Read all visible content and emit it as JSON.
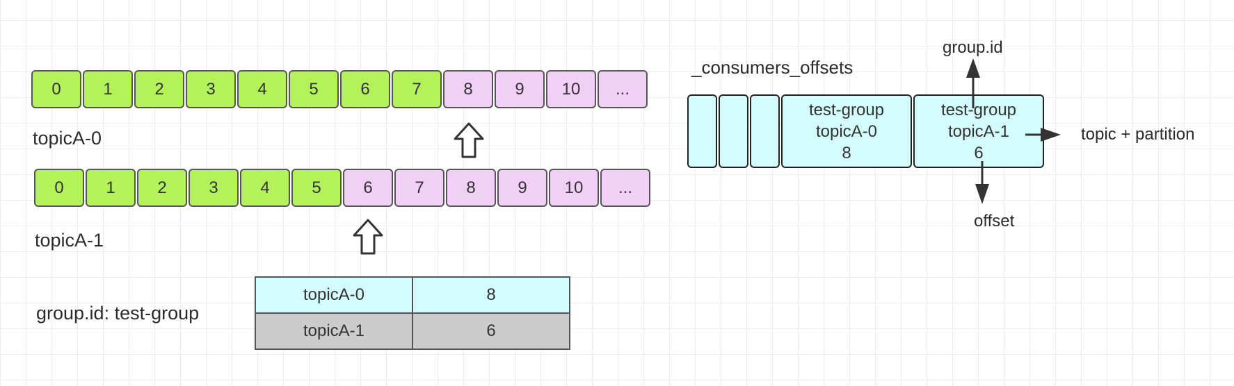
{
  "partitions": [
    {
      "name": "topicA-0",
      "cells": [
        "0",
        "1",
        "2",
        "3",
        "4",
        "5",
        "6",
        "7",
        "8",
        "9",
        "10",
        "..."
      ],
      "read_count": 8
    },
    {
      "name": "topicA-1",
      "cells": [
        "0",
        "1",
        "2",
        "3",
        "4",
        "5",
        "6",
        "7",
        "8",
        "9",
        "10",
        "..."
      ],
      "read_count": 6
    }
  ],
  "group_table": {
    "label": "group.id: test-group",
    "rows": [
      {
        "partition": "topicA-0",
        "offset": "8"
      },
      {
        "partition": "topicA-1",
        "offset": "6"
      }
    ]
  },
  "consumers_offsets": {
    "title": "_consumers_offsets",
    "entries": [
      {
        "line1": "test-group",
        "line2": "topicA-0",
        "line3": "8"
      },
      {
        "line1": "test-group",
        "line2": "topicA-1",
        "line3": "6"
      }
    ],
    "annotations": {
      "group_id": "group.id",
      "topic_partition": "topic + partition",
      "offset": "offset"
    }
  },
  "colors": {
    "read_cell": "#b3f25a",
    "unread_cell": "#f2cff7",
    "offsets_fill": "#d3fbfb",
    "table_gray": "#cccccc"
  }
}
